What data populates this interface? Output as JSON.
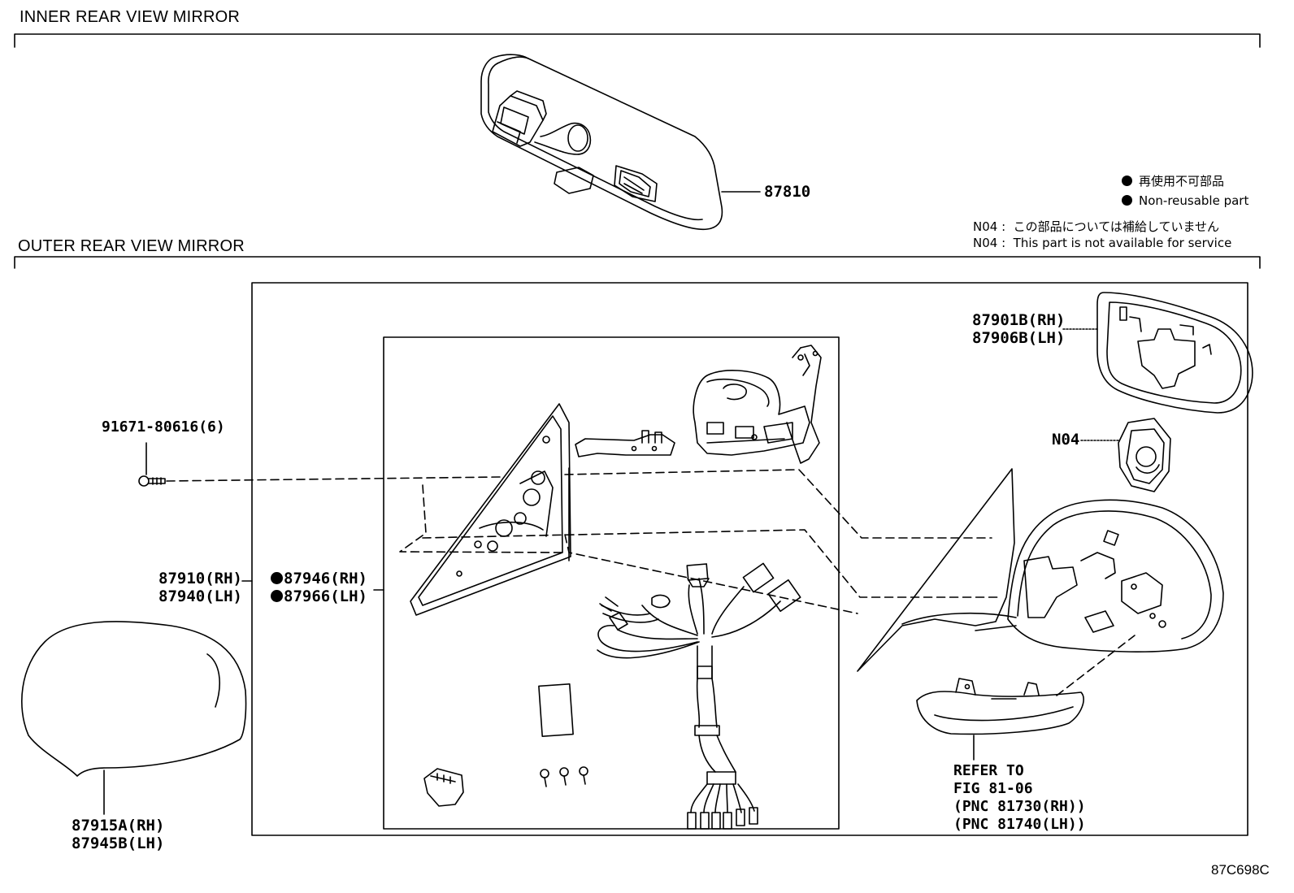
{
  "sections": {
    "inner_title": "INNER REAR VIEW MIRROR",
    "outer_title": "OUTER REAR VIEW MIRROR"
  },
  "legend": {
    "non_reusable_jp": "再使用不可部品",
    "non_reusable_en": "Non-reusable part",
    "n04_jp": "N04 :  この部品については補給していません",
    "n04_en": "N04 :  This part is not available for service"
  },
  "parts": {
    "inner_mirror": "87810",
    "screw": "91671-80616(6)",
    "mirror_assy_rh": "87910(RH)",
    "mirror_assy_lh": "87940(LH)",
    "sub_assy_rh": "87946(RH)",
    "sub_assy_lh": "87966(LH)",
    "glass_rh": "87901B(RH)",
    "glass_lh": "87906B(LH)",
    "n04": "N04",
    "cover_rh": "87915A(RH)",
    "cover_lh": "87945B(LH)"
  },
  "refer": {
    "line1": "REFER TO",
    "line2": "FIG 81-06",
    "line3": "(PNC 81730(RH))",
    "line4": "(PNC 81740(LH))"
  },
  "figure_code": "87C698C"
}
